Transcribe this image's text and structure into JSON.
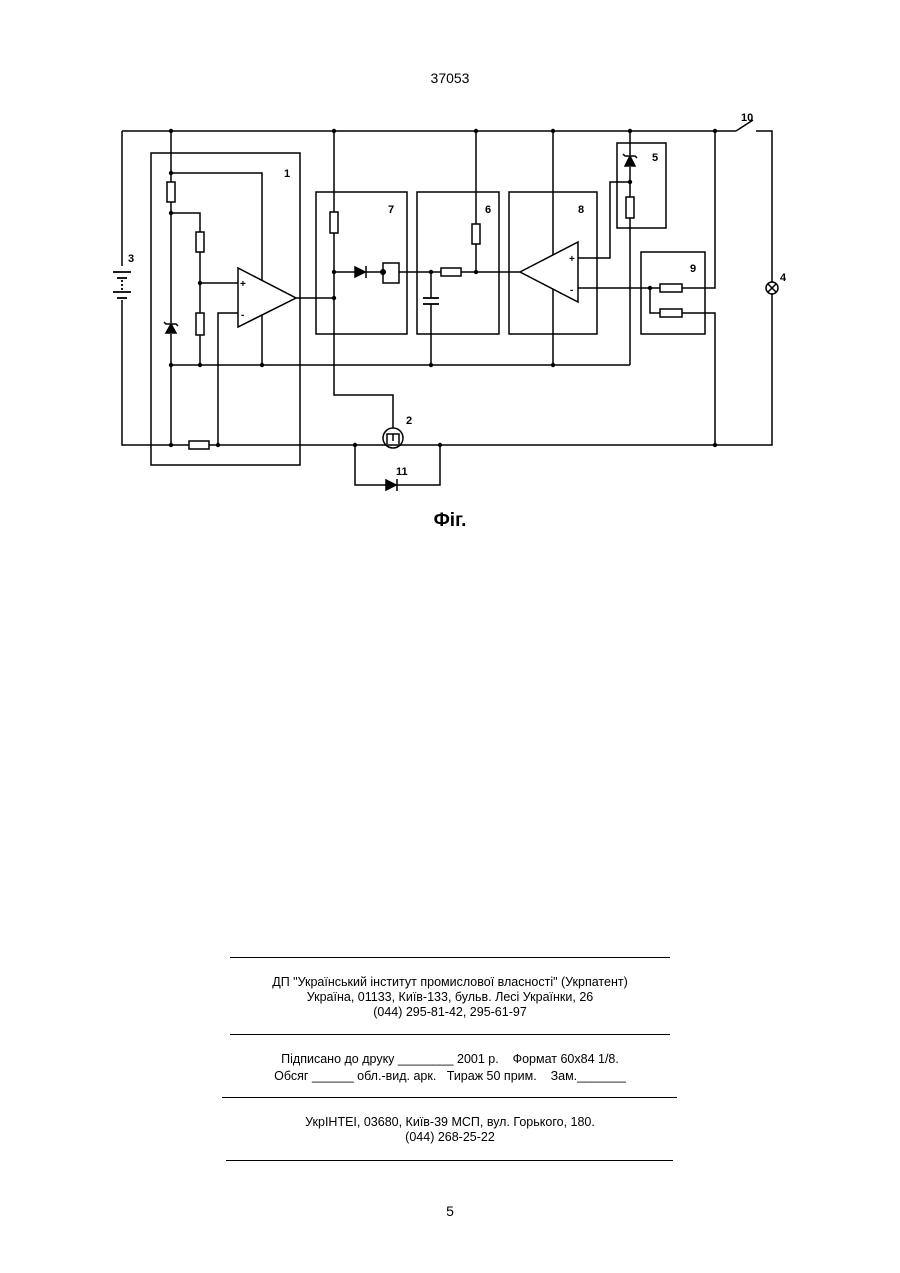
{
  "header": {
    "doc_number": "37053"
  },
  "figure": {
    "caption": "Фіг.",
    "labels": {
      "block1": "1",
      "transistor": "2",
      "battery": "3",
      "lamp": "4",
      "block5": "5",
      "block6": "6",
      "block7": "7",
      "block8": "8",
      "block9": "9",
      "switch": "10",
      "diode": "11"
    },
    "signs": {
      "plus": "+",
      "minus": "-"
    }
  },
  "footer": {
    "publisher": [
      "ДП \"Український інститут промислової власності\" (Укрпатент)",
      "Україна, 01133, Київ-133, бульв. Лесі Українки, 26",
      "(044) 295-81-42, 295-61-97"
    ],
    "print_info": [
      "Підписано до друку ________ 2001 р.    Формат 60х84 1/8.",
      "Обсяг ______ обл.-вид. арк.   Тираж 50 прим.    Зам._______"
    ],
    "printer": [
      "УкрІНТЕІ, 03680, Київ-39 МСП, вул. Горького, 180.",
      "(044) 268-25-22"
    ]
  },
  "page_number": "5"
}
